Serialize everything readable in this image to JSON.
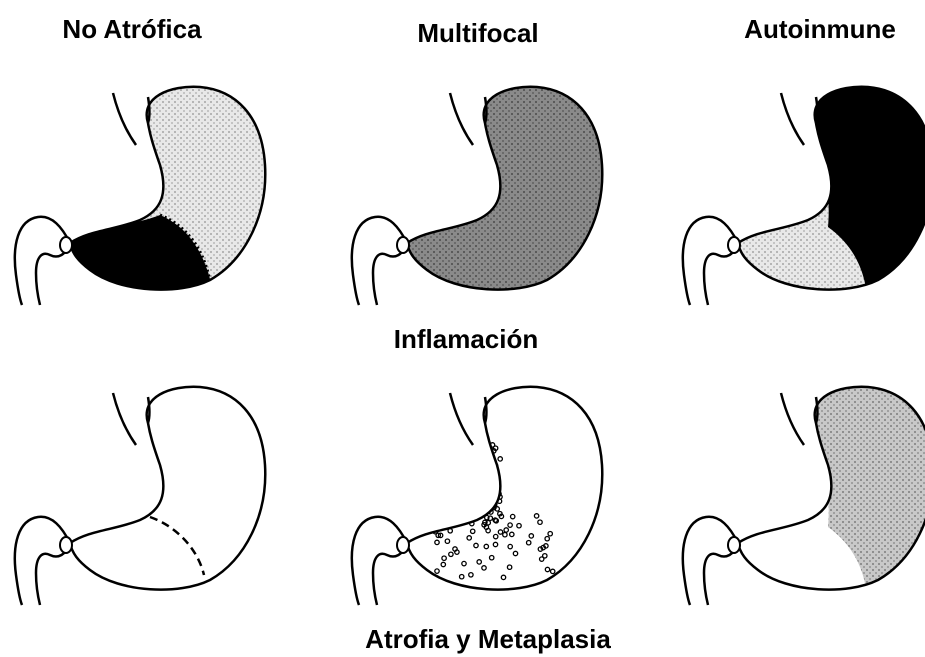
{
  "columns": [
    {
      "title": "No Atrófica"
    },
    {
      "title": "Multifocal"
    },
    {
      "title": "Autoinmune"
    }
  ],
  "rows": [
    {
      "label": "Inflamación"
    },
    {
      "label": "Atrofia y Metaplasia"
    }
  ],
  "colors": {
    "outline": "#000000",
    "light_stipple": "#dcdcdc",
    "dark_stipple": "#8a8a8a",
    "medium_stipple": "#bdbdbd",
    "solid": "#000000",
    "background": "#ffffff"
  }
}
